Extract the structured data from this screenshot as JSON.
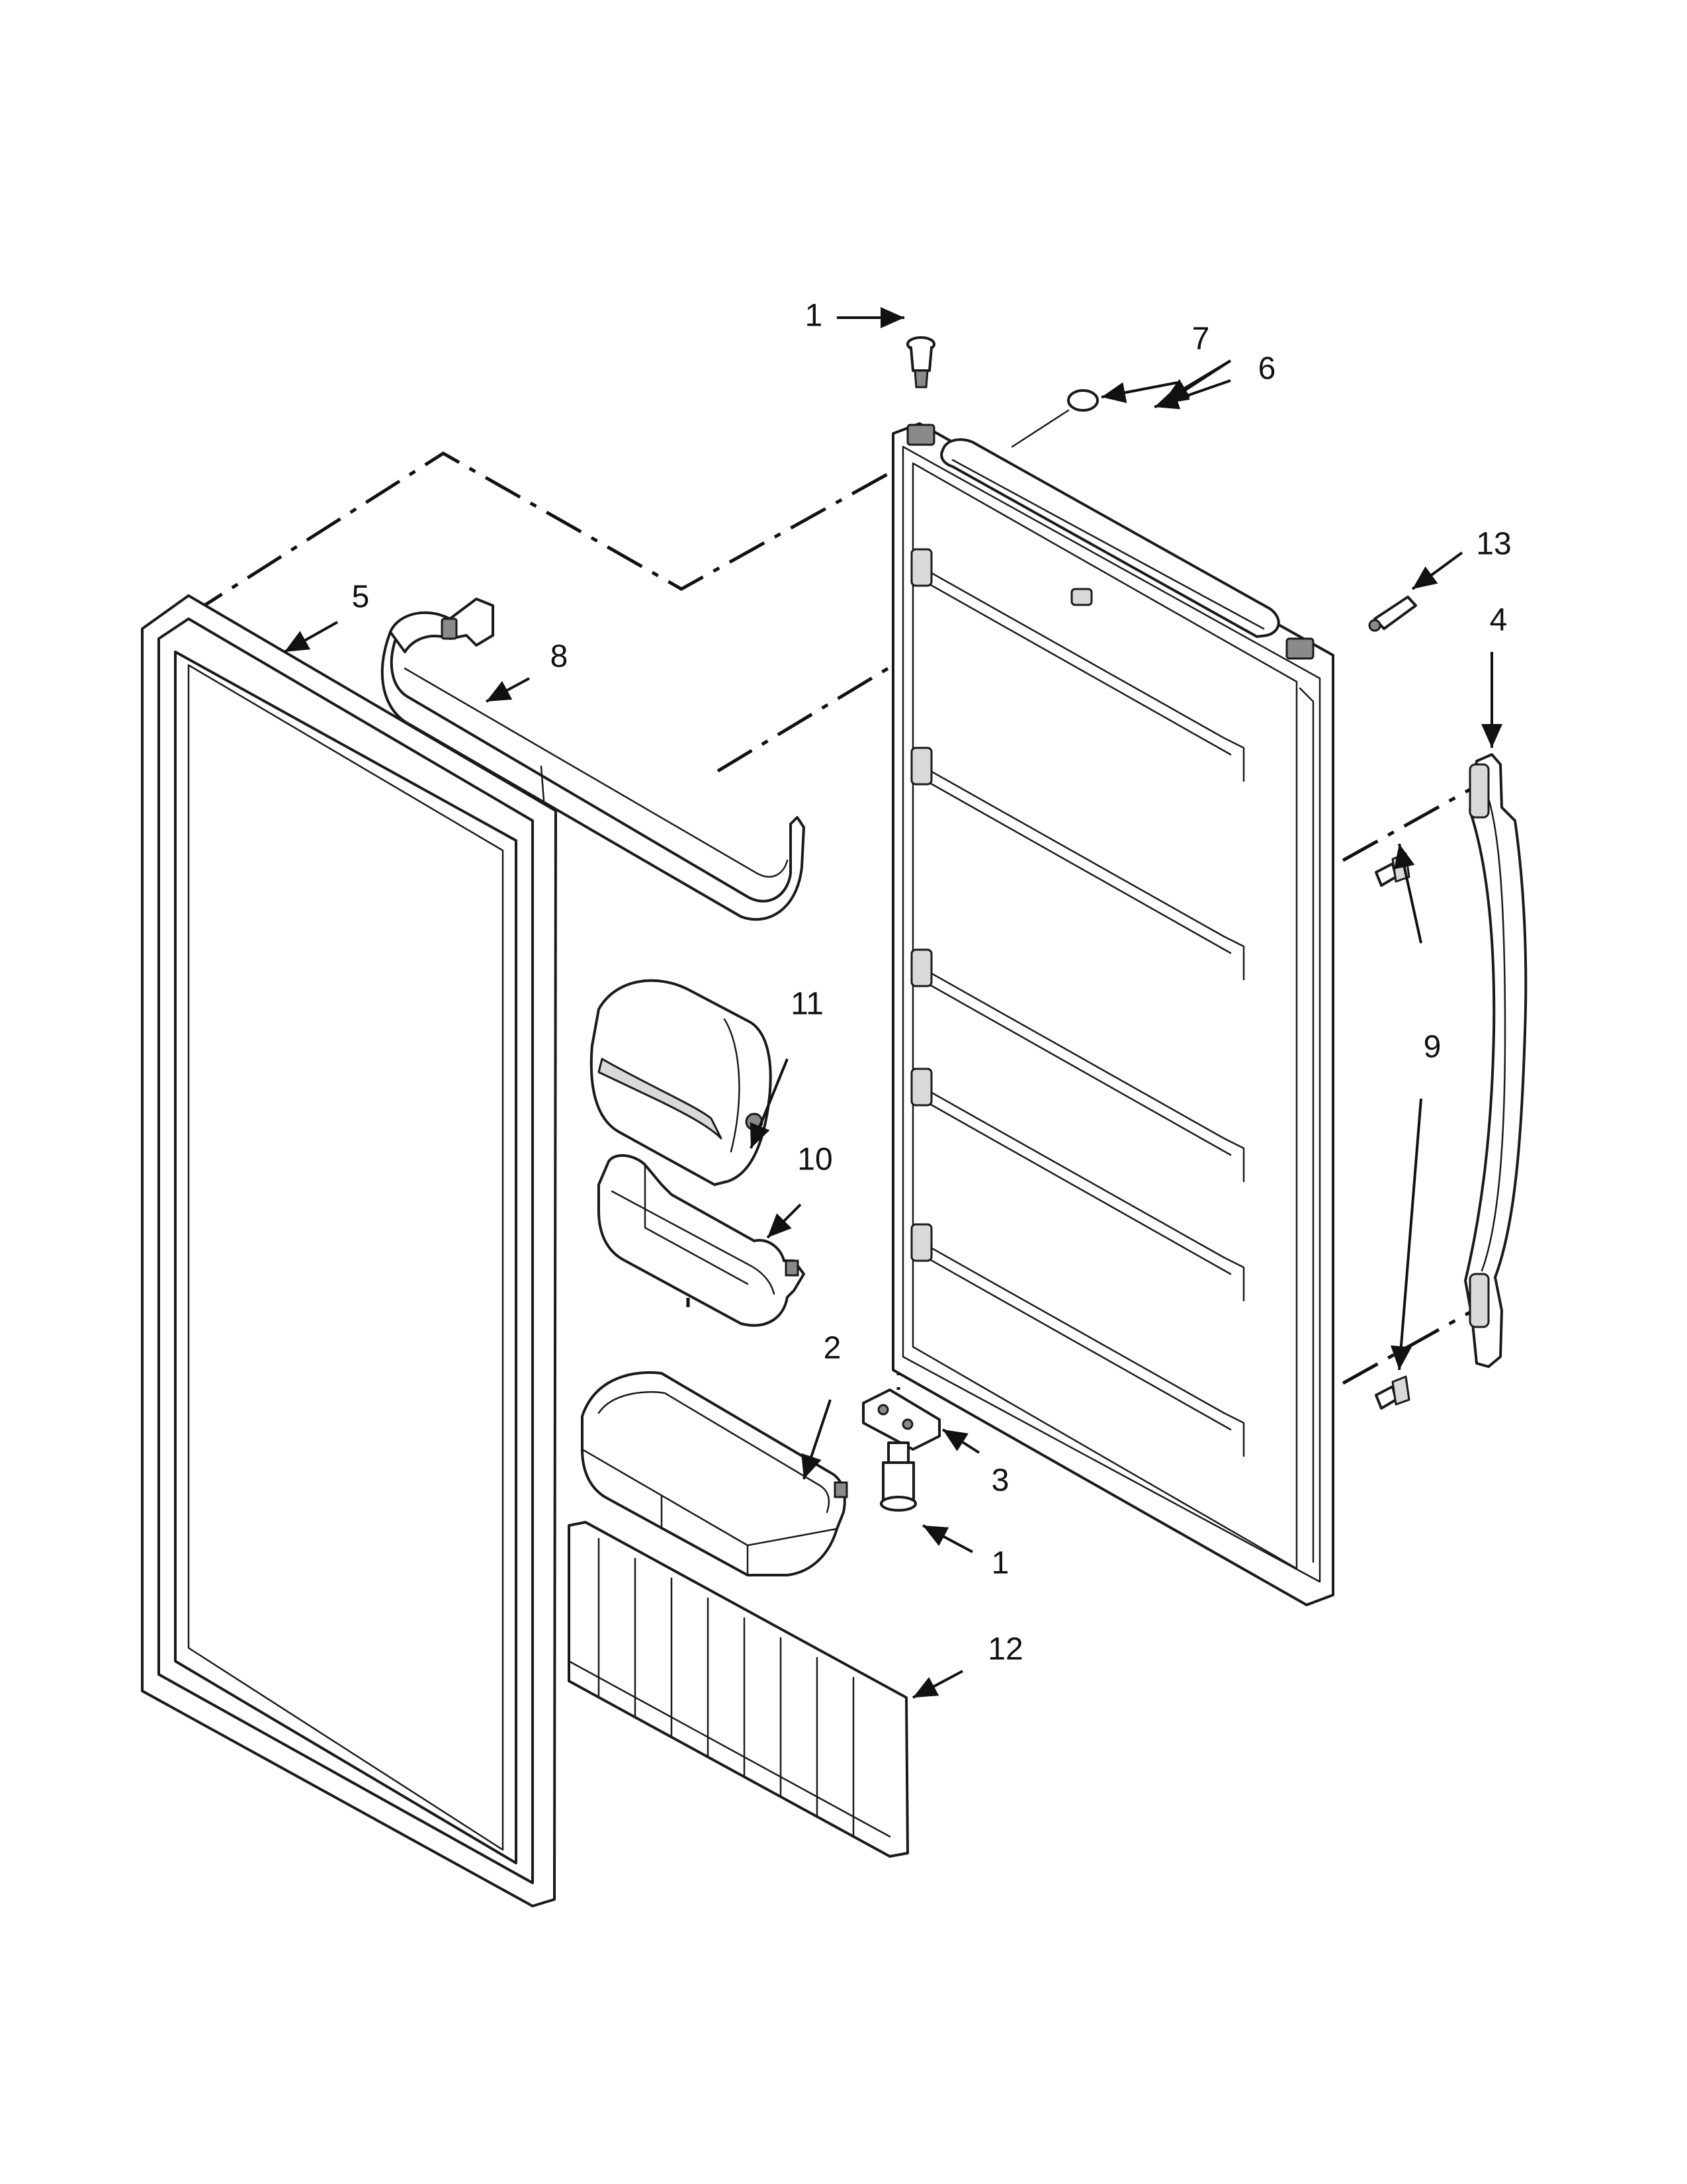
{
  "callouts": {
    "c1_top": "1",
    "c7": "7",
    "c6": "6",
    "c13": "13",
    "c4": "4",
    "c5": "5",
    "c8": "8",
    "c9": "9",
    "c11": "11",
    "c10": "10",
    "c2": "2",
    "c3": "3",
    "c1_bottom": "1",
    "c12": "12"
  },
  "colors": {
    "line": "#1a1a1a",
    "fill": "#ffffff",
    "shade": "#d9d9d9"
  }
}
